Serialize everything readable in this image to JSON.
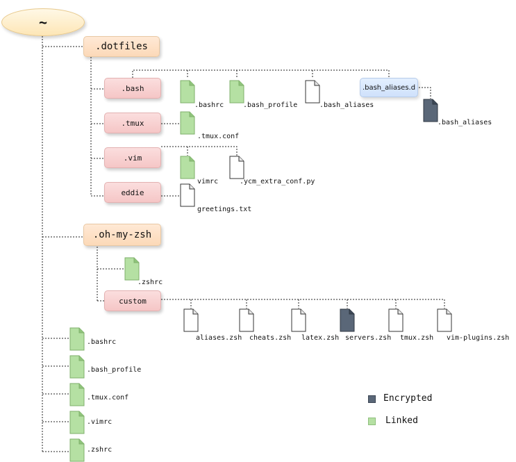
{
  "colors": {
    "encrypted": "#5a6778",
    "linked": "#b5e0a3",
    "plain": "#ffffff"
  },
  "root": {
    "label": "~"
  },
  "dotfiles": {
    "label": ".dotfiles",
    "bash": {
      "label": ".bash",
      "files": [
        {
          "name": ".bashrc",
          "kind": "linked"
        },
        {
          "name": ".bash_profile",
          "kind": "linked"
        },
        {
          "name": ".bash_aliases",
          "kind": "plain"
        }
      ],
      "aliases_dir": {
        "label": ".bash_aliases.d",
        "files": [
          {
            "name": ".bash_aliases",
            "kind": "encrypted"
          }
        ]
      }
    },
    "tmux": {
      "label": ".tmux",
      "files": [
        {
          "name": ".tmux.conf",
          "kind": "linked"
        }
      ]
    },
    "vim": {
      "label": ".vim",
      "files": [
        {
          "name": "vimrc",
          "kind": "linked"
        },
        {
          "name": ".ycm_extra_conf.py",
          "kind": "plain"
        }
      ]
    },
    "eddie": {
      "label": "eddie",
      "files": [
        {
          "name": "greetings.txt",
          "kind": "plain"
        }
      ]
    }
  },
  "ohmyzsh": {
    "label": ".oh-my-zsh",
    "files": [
      {
        "name": ".zshrc",
        "kind": "linked"
      }
    ],
    "custom": {
      "label": "custom",
      "files": [
        {
          "name": "aliases.zsh",
          "kind": "plain"
        },
        {
          "name": "cheats.zsh",
          "kind": "plain"
        },
        {
          "name": "latex.zsh",
          "kind": "plain"
        },
        {
          "name": "servers.zsh",
          "kind": "encrypted"
        },
        {
          "name": "tmux.zsh",
          "kind": "plain"
        },
        {
          "name": "vim-plugins.zsh",
          "kind": "plain"
        }
      ]
    }
  },
  "home_files": [
    {
      "name": ".bashrc",
      "kind": "linked"
    },
    {
      "name": ".bash_profile",
      "kind": "linked"
    },
    {
      "name": ".tmux.conf",
      "kind": "linked"
    },
    {
      "name": ".vimrc",
      "kind": "linked"
    },
    {
      "name": ".zshrc",
      "kind": "linked"
    }
  ],
  "legend": {
    "encrypted": "Encrypted",
    "linked": "Linked"
  }
}
